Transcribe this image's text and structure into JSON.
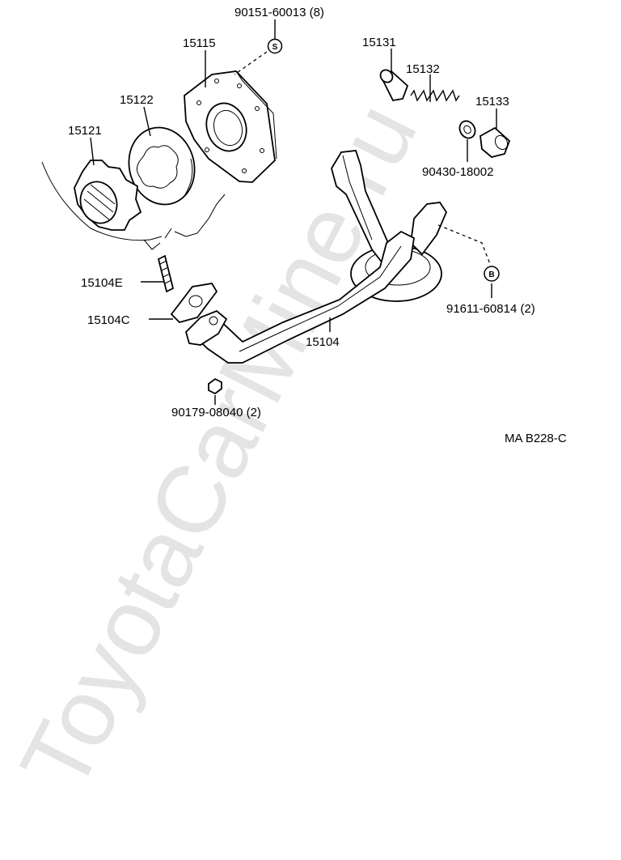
{
  "watermark": "ToyotaCarMine.ru",
  "diagram_code": "MA B228-C",
  "callouts": {
    "p15115": "15115",
    "p90151": "90151-60013 (8)",
    "p15122": "15122",
    "p15121": "15121",
    "p15131": "15131",
    "p15132": "15132",
    "p15133": "15133",
    "p90430": "90430-18002",
    "p15104E": "15104E",
    "p15104C": "15104C",
    "p15104": "15104",
    "p91611": "91611-60814 (2)",
    "p90179": "90179-08040 (2)"
  },
  "symbols": {
    "s": "S",
    "b": "B"
  }
}
